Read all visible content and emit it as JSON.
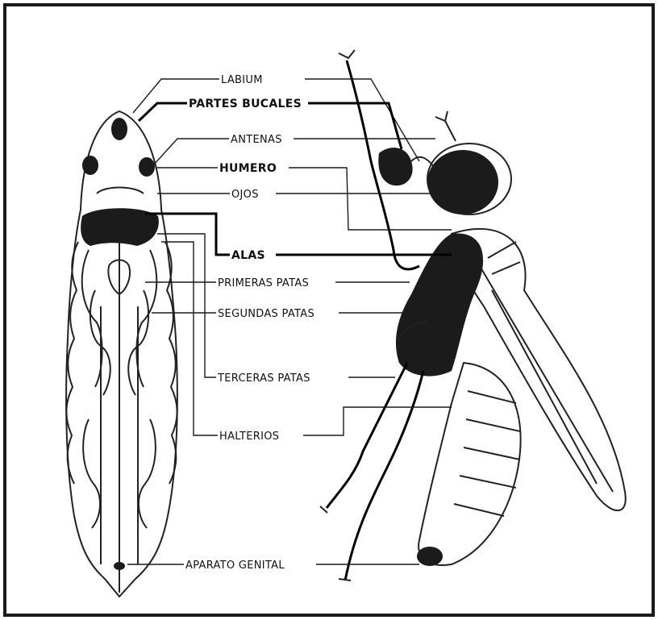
{
  "labels": {
    "labium": "LABIUM",
    "partes_bucales": "PARTES BUCALES",
    "antenas": "ANTENAS",
    "humero": "HUMERO",
    "ojos": "OJOS",
    "alas": "ALAS",
    "primeras_patas": "PRIMERAS PATAS",
    "segundas_patas": "SEGUNDAS PATAS",
    "terceras_patas": "TERCERAS PATAS",
    "halterios": "HALTERIOS",
    "aparato_genital": "APARATO GENITAL"
  },
  "colors": {
    "ink": "#1a1a1a",
    "background": "#ffffff",
    "shade": "#555555"
  }
}
